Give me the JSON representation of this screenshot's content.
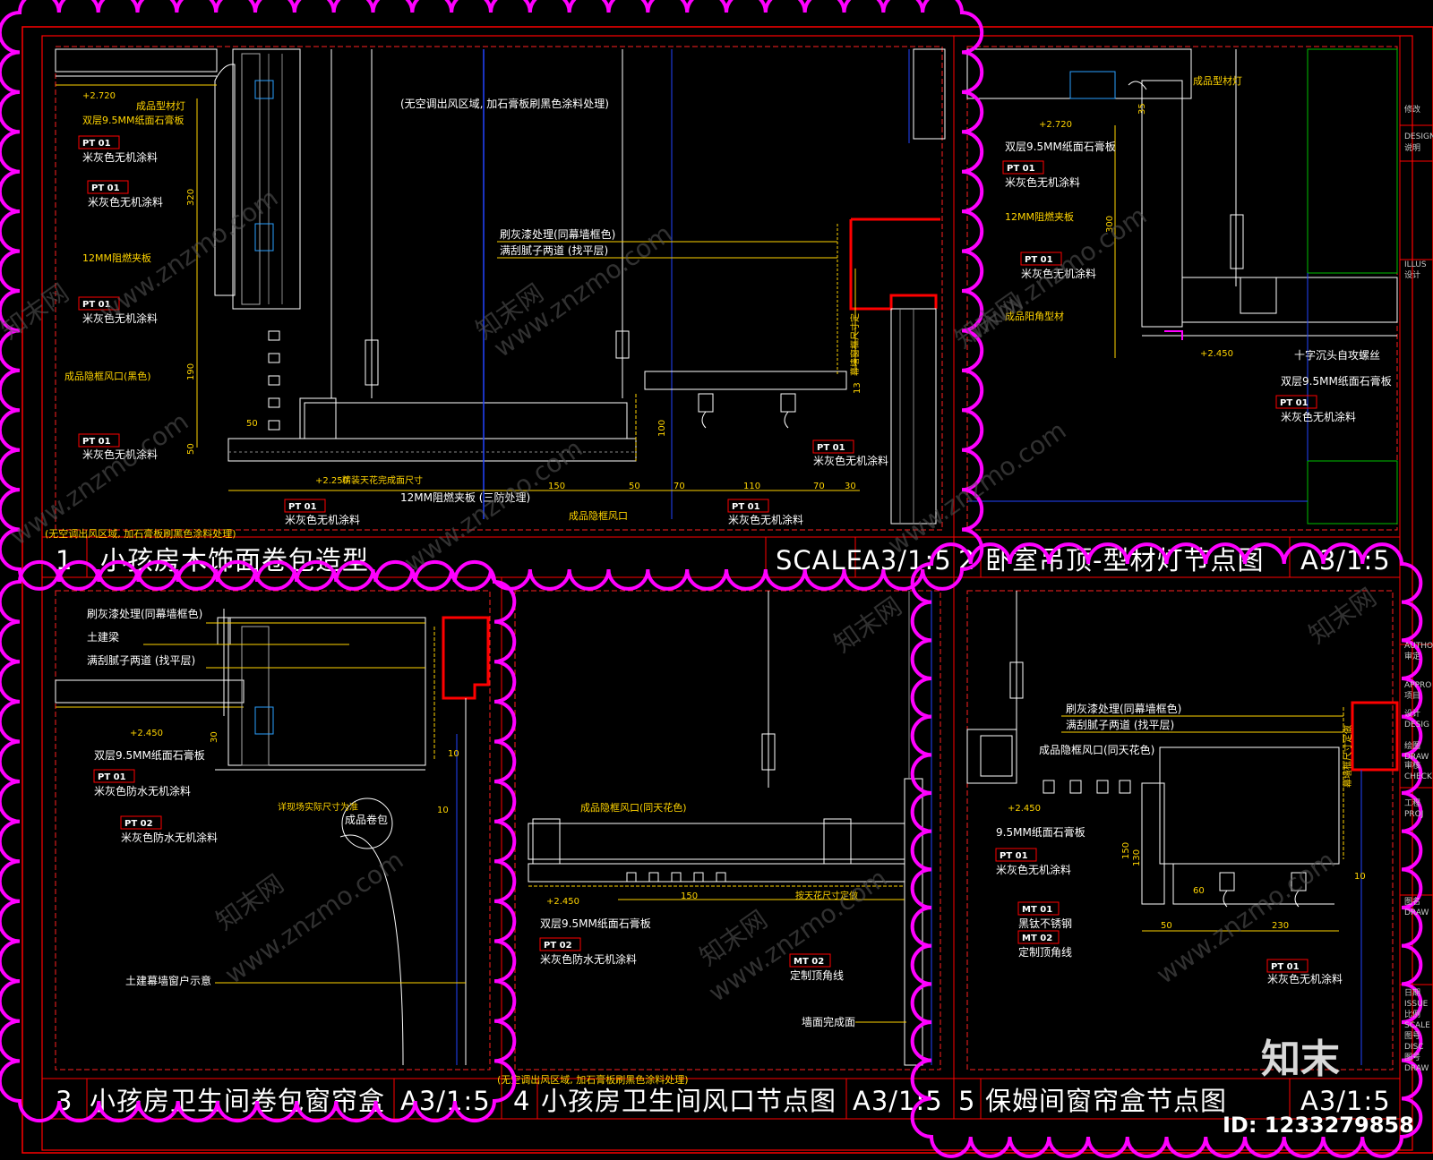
{
  "panels": [
    {
      "num": "1",
      "title": "小孩房木饰面卷包造型",
      "scale_label": "SCALE",
      "scale": "A3/1:5"
    },
    {
      "num": "2",
      "title": "卧室吊顶-型材灯节点图",
      "scale": "A3/1:5"
    },
    {
      "num": "3",
      "title": "小孩房卫生间卷包窗帘盒",
      "scale": "A3/1:5"
    },
    {
      "num": "4",
      "title": "小孩房卫生间风口节点图",
      "scale": "A3/1:5"
    },
    {
      "num": "5",
      "title": "保姆间窗帘盒节点图",
      "scale": "A3/1:5"
    }
  ],
  "p1": {
    "elev_a": "+2.720",
    "lbl_light": "成品型材灯",
    "lbl_gyp": "双层9.5MM纸面石膏板",
    "lbl_paint": "米灰色无机涂料",
    "lbl_ply": "12MM阻燃夹板",
    "lbl_vent": "成品隐框风口(黑色)",
    "note_top": "(无空调出风区域, 加石膏板刷黑色涂料处理)",
    "lbl_brush": "刷灰漆处理(同幕墙框色)",
    "lbl_putty": "满刮腻子两道 (找平层)",
    "elev_b": "+2.250",
    "lbl_ceiling_ref": "精装天花完成面尺寸",
    "lbl_ply3": "12MM阻燃夹板 (三防处理)",
    "lbl_vent2": "成品隐框风口",
    "note_bottom": "(无空调出风区域, 加石膏板刷黑色涂料处理)",
    "lbl_window_ref": "幕墙窗框尺寸定",
    "dims": [
      "50",
      "150",
      "50",
      "70",
      "110",
      "70",
      "30",
      "100",
      "320",
      "190",
      "50",
      "13"
    ]
  },
  "p2": {
    "lbl_light": "成品型材灯",
    "elev_a": "+2.720",
    "lbl_gyp": "双层9.5MM纸面石膏板",
    "lbl_paint": "米灰色无机涂料",
    "lbl_ply": "12MM阻燃夹板",
    "lbl_corner": "成品阳角型材",
    "lbl_screw": "十字沉头自攻螺丝",
    "elev_b": "+2.450",
    "dims": [
      "35",
      "300"
    ]
  },
  "p3": {
    "lbl_brush": "刷灰漆处理(同幕墙框色)",
    "lbl_beam": "土建梁",
    "lbl_putty": "满刮腻子两道 (找平层)",
    "elev": "+2.450",
    "lbl_gyp": "双层9.5MM纸面石膏板",
    "lbl_paint_wp": "米灰色防水无机涂料",
    "lbl_ref": "详现场实际尺寸为准",
    "lbl_roll": "成品卷包",
    "lbl_window": "土建幕墙窗户示意",
    "dims": [
      "10",
      "10",
      "30"
    ]
  },
  "p4": {
    "lbl_vent": "成品隐框风口(同天花色)",
    "elev": "+2.450",
    "lbl_gyp": "双层9.5MM纸面石膏板",
    "lbl_paint_wp": "米灰色防水无机涂料",
    "lbl_ref": "按天花尺寸定做",
    "lbl_trim": "定制顶角线",
    "lbl_wall": "墙面完成面",
    "note_bottom": "(无空调出风区域, 加石膏板刷黑色涂料处理)",
    "dims": [
      "150"
    ]
  },
  "p5": {
    "lbl_brush": "刷灰漆处理(同幕墙框色)",
    "lbl_putty": "满刮腻子两道 (找平层)",
    "lbl_vent": "成品隐框风口(同天花色)",
    "elev": "+2.450",
    "lbl_gyp": "9.5MM纸面石膏板",
    "lbl_paint": "米灰色无机涂料",
    "lbl_steel": "黑钛不锈钢",
    "lbl_trim": "定制顶角线",
    "lbl_ref": "幕墙框尺寸定做",
    "dims": [
      "50",
      "230",
      "10",
      "60",
      "150",
      "130"
    ]
  },
  "tags": {
    "pt01": "PT 01",
    "pt02": "PT 02",
    "mt01": "MT 01",
    "mt02": "MT 02"
  },
  "titleblock": [
    "修改",
    "DESIGN",
    "说明",
    "ILLUS",
    "设计",
    "AUTHO",
    "审定",
    "APPRO",
    "项目",
    "设计",
    "DESIG",
    "绘图",
    "DRAW",
    "审核",
    "CHECK",
    "工程",
    "PROJ",
    "图名",
    "DRAW",
    "日期",
    "ISSUE",
    "比例",
    "SCALE",
    "图号",
    "DISC",
    "图号",
    "DRAW"
  ],
  "watermarks": {
    "site": "www.znzmo.com",
    "brand_cn": "知末网",
    "logo": "知末",
    "id": "ID: 1233279858"
  },
  "colors": {
    "frame": "#ff0000",
    "cloud": "#ff00ff",
    "dim": "#ffd400",
    "text": "#ffffff",
    "bg": "#000000",
    "line_blue": "#2244ff",
    "line_green": "#00c000"
  }
}
